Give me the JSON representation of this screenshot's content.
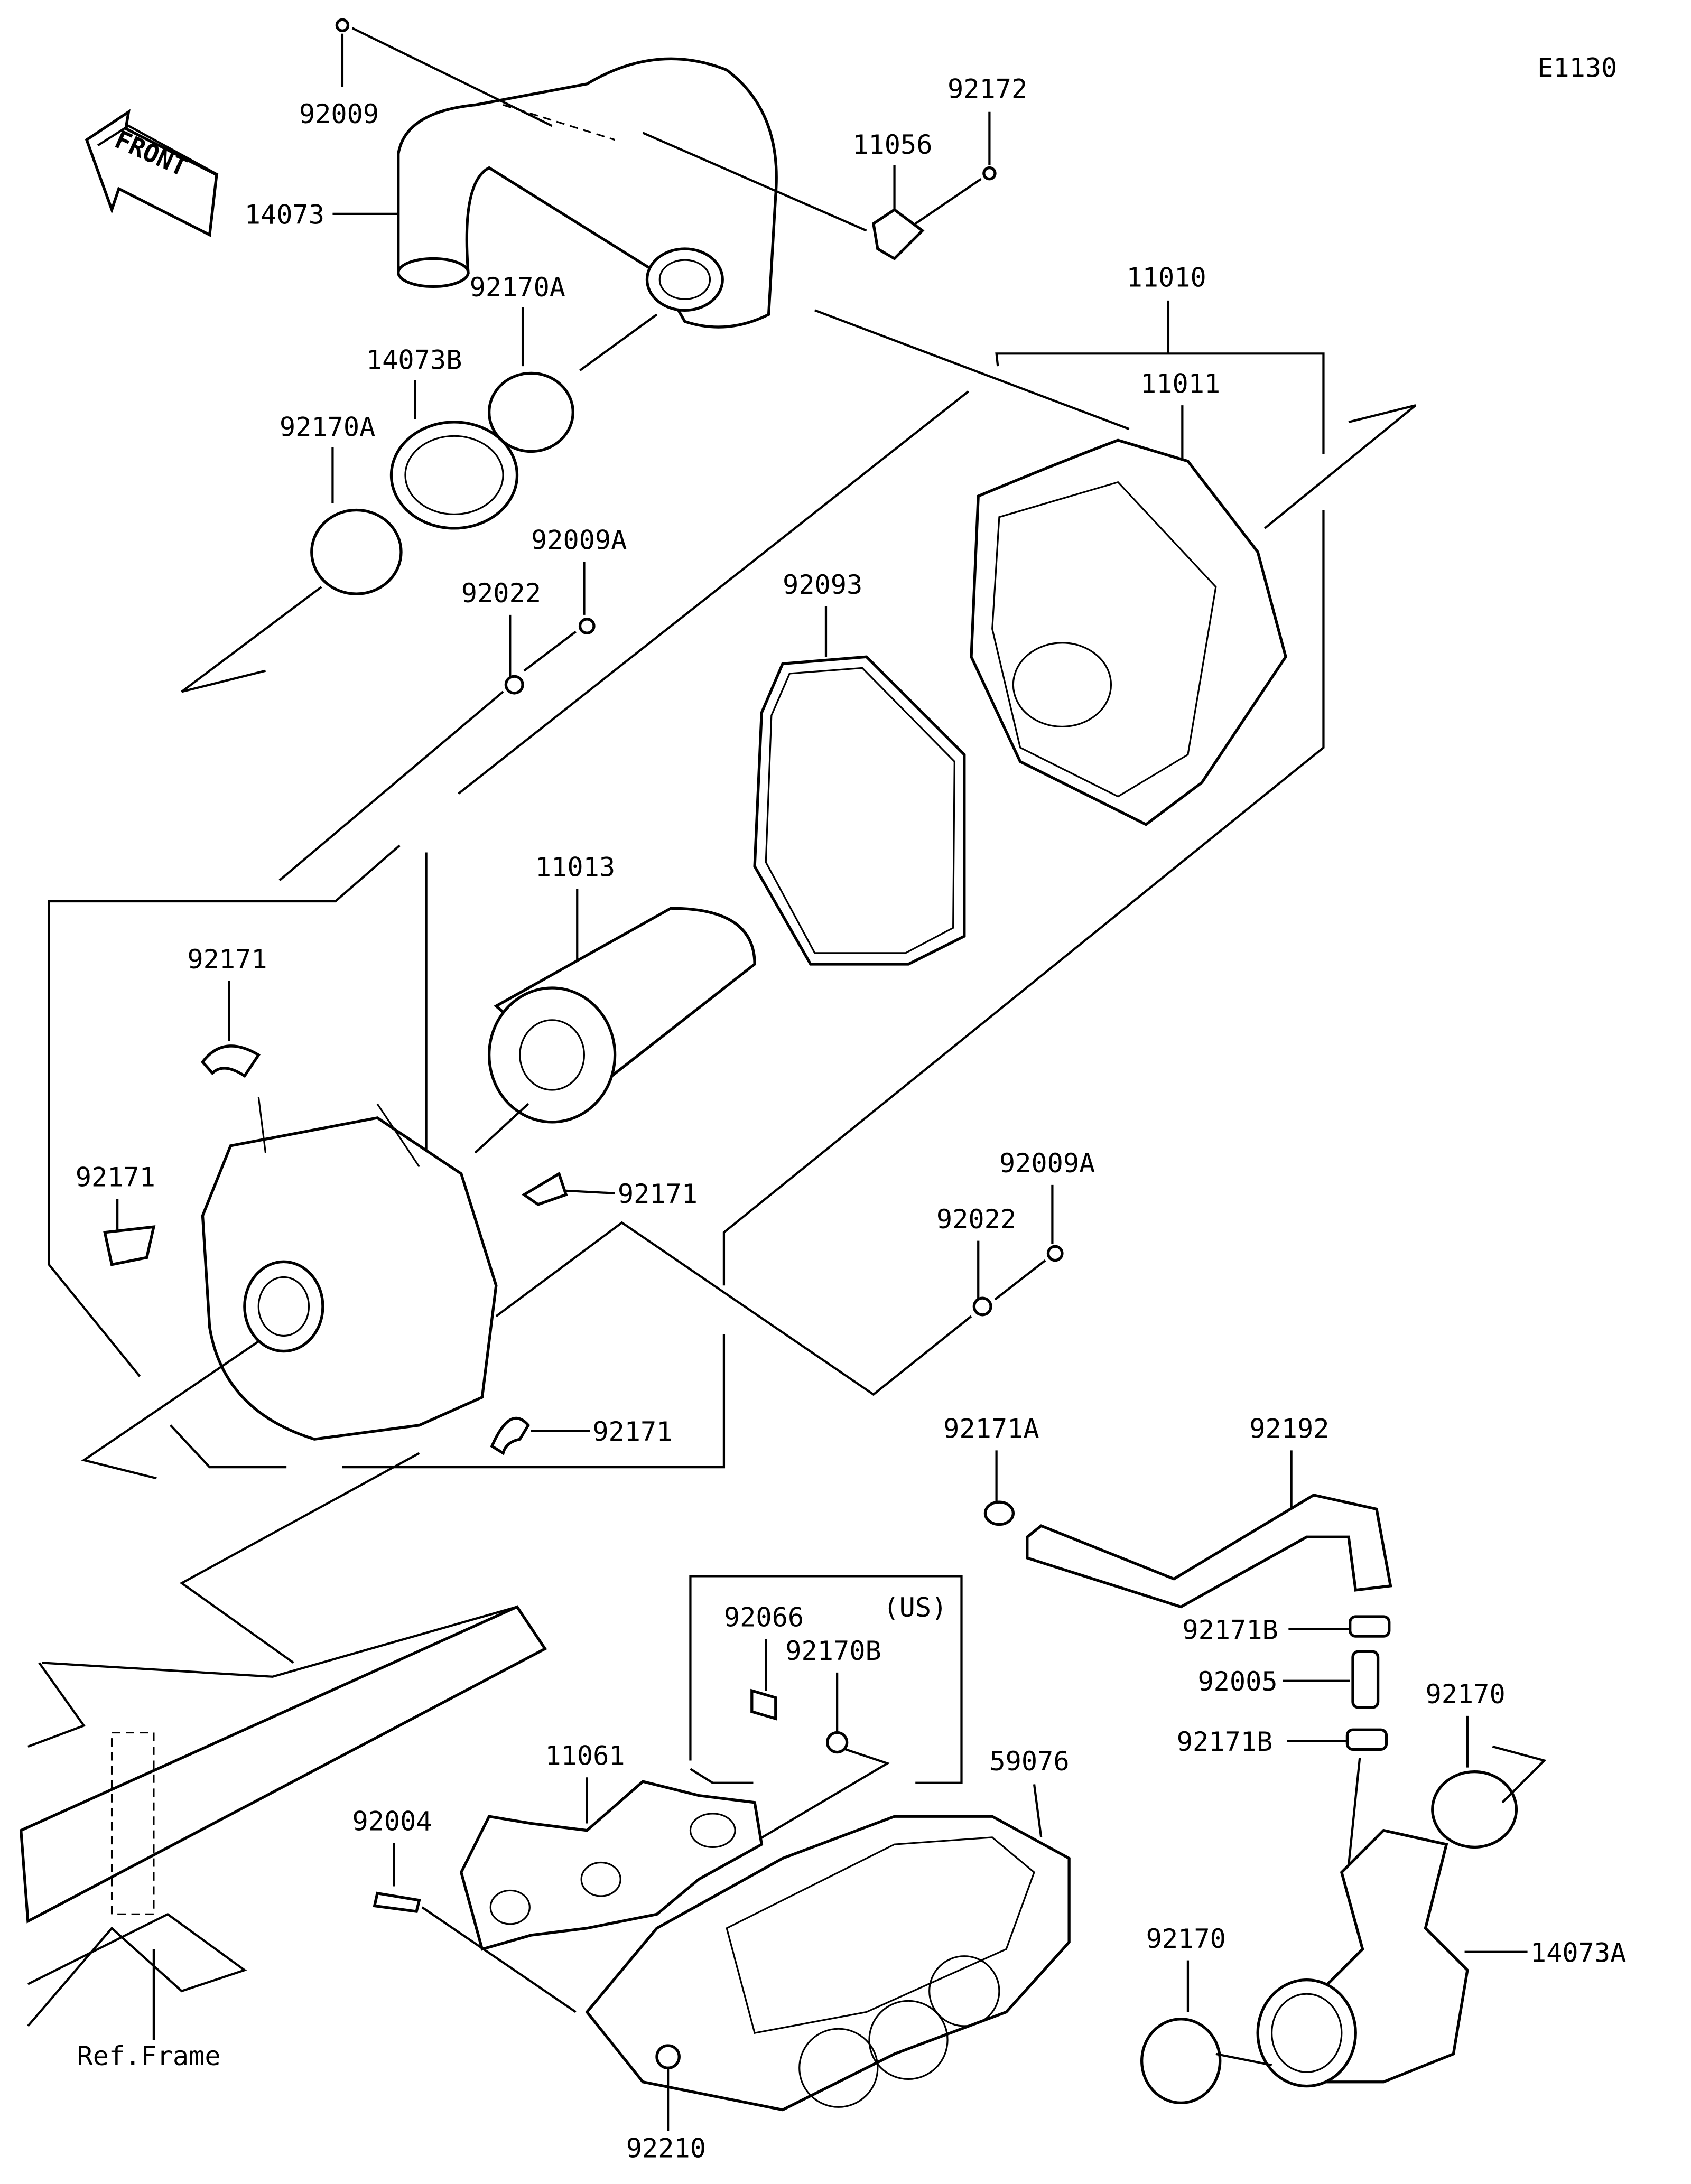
{
  "diagram_code": "E1130",
  "front_label": "FRONT",
  "ref_frame": "Ref.Frame",
  "region_note": "(US)",
  "labels": [
    "92009",
    "92172",
    "11056",
    "14073",
    "92170A",
    "11010",
    "14073B",
    "11011",
    "92170A",
    "92009A",
    "92022",
    "92093",
    "11013",
    "92171",
    "92171",
    "92171",
    "92009A",
    "92022",
    "92171",
    "92171A",
    "92192",
    "92066",
    "92170B",
    "92171B",
    "92005",
    "92170",
    "92171B",
    "11061",
    "59076",
    "92004",
    "14073A",
    "92170",
    "92210"
  ],
  "colors": {
    "line": "#000000",
    "background": "#ffffff"
  }
}
